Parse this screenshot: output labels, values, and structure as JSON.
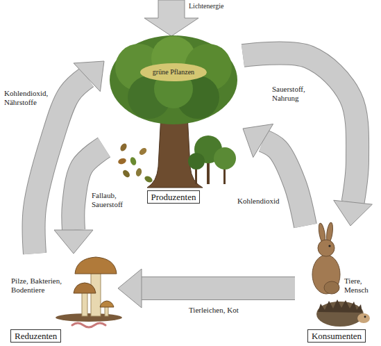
{
  "diagram": {
    "nodes": [
      {
        "text": [
          "Produzenten"
        ]
      },
      {
        "text": [
          "Konsumenten"
        ]
      },
      {
        "text": [
          "Reduzenten"
        ]
      }
    ],
    "edges": [
      {
        "from": 0,
        "to": 1,
        "arrow": "to",
        "label": "Sauerstoff, Nahrung"
      },
      {
        "from": 1,
        "to": 0,
        "arrow": "to",
        "label": "Kohlendioxid"
      },
      {
        "from": 1,
        "to": 2,
        "arrow": "to",
        "label": "Tierleichen, Kot"
      },
      {
        "from": 0,
        "to": 2,
        "arrow": "to",
        "label": "Fallaub, Sauerstoff"
      },
      {
        "from": 2,
        "to": 0,
        "arrow": "to",
        "label": "Kohlendioxid, Nährstoffe"
      }
    ],
    "labels": [
      "Lichtenergie",
      "grüne Pflanzen",
      "Tiere, Mensch",
      "Pilze, Bakterien, Bodentiere"
    ]
  }
}
